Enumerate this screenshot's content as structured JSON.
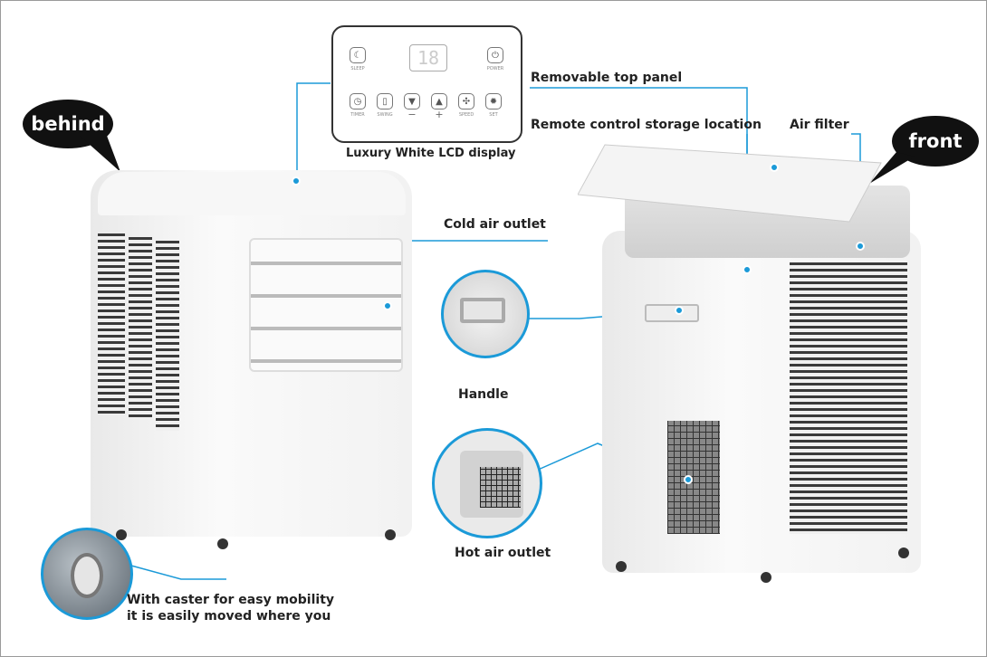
{
  "bubbles": {
    "behind": "behind",
    "front": "front"
  },
  "control_panel": {
    "display_value": "18",
    "buttons": [
      {
        "label": "SLEEP",
        "icon": "moon-icon"
      },
      {
        "label": "POWER",
        "icon": "power-icon"
      },
      {
        "label": "TIMER",
        "icon": "clock-icon"
      },
      {
        "label": "SWING",
        "icon": "swing-icon"
      },
      {
        "label": "−",
        "icon": "down-triangle-icon"
      },
      {
        "label": "+",
        "icon": "up-triangle-icon"
      },
      {
        "label": "SPEED",
        "icon": "fan-icon"
      },
      {
        "label": "SET",
        "icon": "gear-icon"
      }
    ],
    "caption": "Luxury White LCD display"
  },
  "callouts": {
    "top_panel": "Removable top panel",
    "remote_storage": "Remote control storage location",
    "air_filter": "Air filter",
    "cold_air": "Cold air outlet",
    "handle": "Handle",
    "hot_air": "Hot air outlet",
    "caster_line1": "With caster for easy mobility",
    "caster_line2": "it is easily moved where you"
  },
  "colors": {
    "accent": "#1b9ad8",
    "bubble": "#111111"
  }
}
